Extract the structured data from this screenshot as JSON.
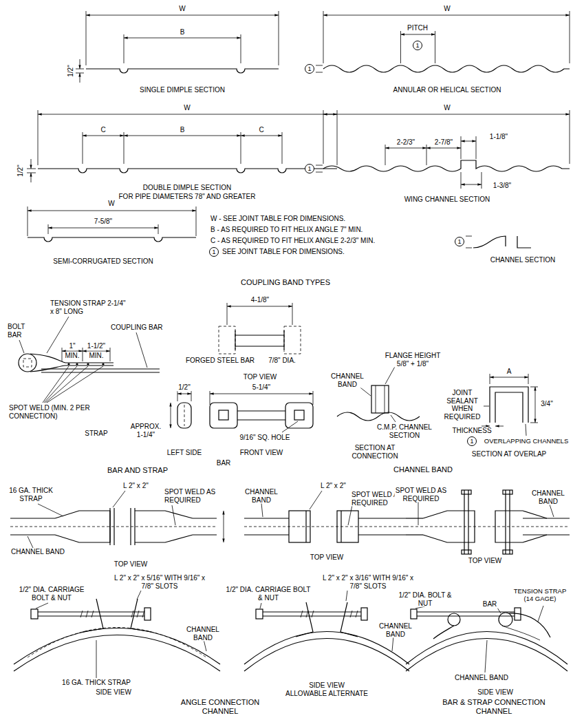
{
  "diagram": {
    "labels": [
      "W",
      "B",
      "1/2\"",
      "SINGLE DIMPLE SECTION",
      "W",
      "PITCH",
      "1",
      "1",
      "ANNULAR OR HELICAL SECTION",
      "W",
      "C",
      "B",
      "C",
      "1/2\"",
      "DOUBLE DIMPLE SECTION",
      "FOR PIPE DIAMETERS 78\" AND GREATER",
      "W",
      "1-1/8\"",
      "2-2/3\"",
      "2-7/8\"",
      "1",
      "1-3/8\"",
      "WING CHANNEL SECTION",
      "W",
      "7-5/8\"",
      "SEMI-CORRUGATED SECTION",
      "W - SEE JOINT TABLE FOR DIMENSIONS.",
      "B - AS REQUIRED TO FIT HELIX ANGLE 7\" MIN.",
      "C - AS REQUIRED TO FIT HELIX ANGLE 2-2/3\" MIN.",
      "1",
      "SEE JOINT TABLE FOR DIMENSIONS.",
      "1",
      "CHANNEL SECTION",
      "COUPLING BAND TYPES",
      "TENSION STRAP 2-1/4\" x 8\" LONG",
      "BOLT BAR",
      "COUPLING BAR",
      "1\"",
      "MIN.",
      "1-1/2\"",
      "MIN.",
      "SPOT WELD (MIN. 2 PER CONNECTION)",
      "STRAP",
      "4-1/8\"",
      "FORGED STEEL BAR",
      "7/8\" DIA.",
      "TOP VIEW",
      "1/2\"",
      "5-1/4\"",
      "APPROX. 1-1/4\"",
      "9/16\" SQ. HOLE",
      "LEFT SIDE",
      "FRONT VIEW",
      "BAR",
      "BAR AND STRAP",
      "FLANGE HEIGHT 5/8\" + 1/8\"",
      "CHANNEL BAND",
      "C.M.P. CHANNEL SECTION",
      "SECTION AT CONNECTION",
      "A",
      "JOINT SEALANT WHEN REQUIRED",
      "3/4\"",
      "THICKNESS",
      "1",
      "OVERLAPPING CHANNELS",
      "SECTION AT OVERLAP",
      "CHANNEL BAND",
      "16 GA. THICK STRAP",
      "L 2\" x 2\"",
      "SPOT WELD AS REQUIRED",
      "CHANNEL BAND",
      "TOP VIEW",
      "1/2\" DIA. CARRIAGE BOLT & NUT",
      "L 2\" x 2\" x 5/16\" WITH 9/16\" x 7/8\" SLOTS",
      "CHANNEL BAND",
      "16 GA. THICK STRAP",
      "SIDE VIEW",
      "ANGLE CONNECTION",
      "CHANNEL",
      "L 2\" x 2\"",
      "CHANNEL BAND",
      "SPOT WELD AS REQUIRED",
      "TOP VIEW",
      "1/2\" DIA. CARRIAGE BOLT & NUT",
      "L 2\" x 2\" x 3/16\" WITH 9/16\" x 7/8\" SLOTS",
      "CHANNEL BAND",
      "SIDE VIEW",
      "ALLOWABLE ALTERNATE",
      "SPOT WELD AS REQUIRED",
      "CHANNEL BAND",
      "TOP VIEW",
      "1/2\" DIA. BOLT & NUT",
      "TENSION STRAP (14 GAGE)",
      "BAR",
      "CHANNEL BAND",
      "SIDE VIEW",
      "BAR & STRAP CONNECTION",
      "CHANNEL"
    ]
  }
}
